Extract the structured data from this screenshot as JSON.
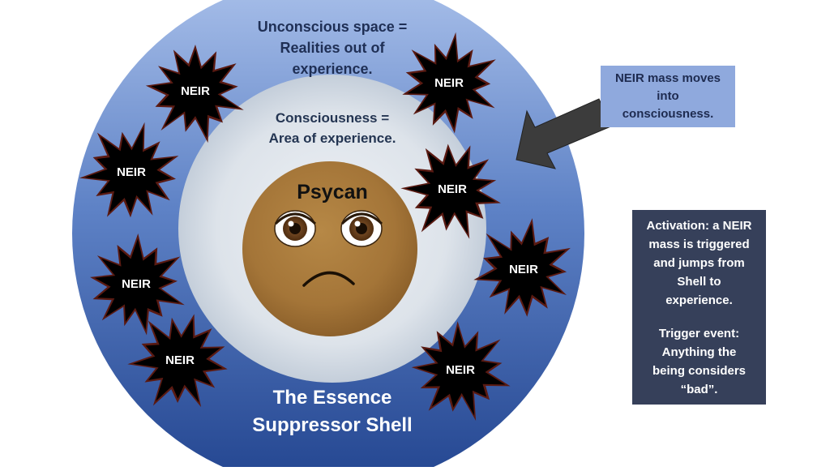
{
  "diagram": {
    "outer_ring_label": [
      "Unconscious space =",
      "Realities out of",
      "experience."
    ],
    "inner_ring_label": [
      "Consciousness =",
      "Area of experience."
    ],
    "core_label": "Psycan",
    "shell_label": [
      "The Essence",
      "Suppressor Shell"
    ],
    "burst_label": "NEIR",
    "burst_count": 8
  },
  "callout": {
    "text": [
      "NEIR mass moves",
      "into",
      "consciousness."
    ]
  },
  "info_box": {
    "activation": [
      "Activation: a NEIR",
      "mass is triggered",
      "and jumps from",
      "Shell to",
      "experience."
    ],
    "trigger": [
      "Trigger event:",
      "Anything the",
      "being considers",
      "“bad”."
    ]
  },
  "colors": {
    "outer_ring_dark": "#2b4f9e",
    "outer_ring_light": "#a9c0ea",
    "inner_disc": "#dfe5ec",
    "core": "#a97a3e",
    "burst": "#000000",
    "burst_outline": "#5a1a12",
    "arrow": "#3c3c3c",
    "callout_bg": "#8fa9dd",
    "info_bg": "#36405a"
  }
}
